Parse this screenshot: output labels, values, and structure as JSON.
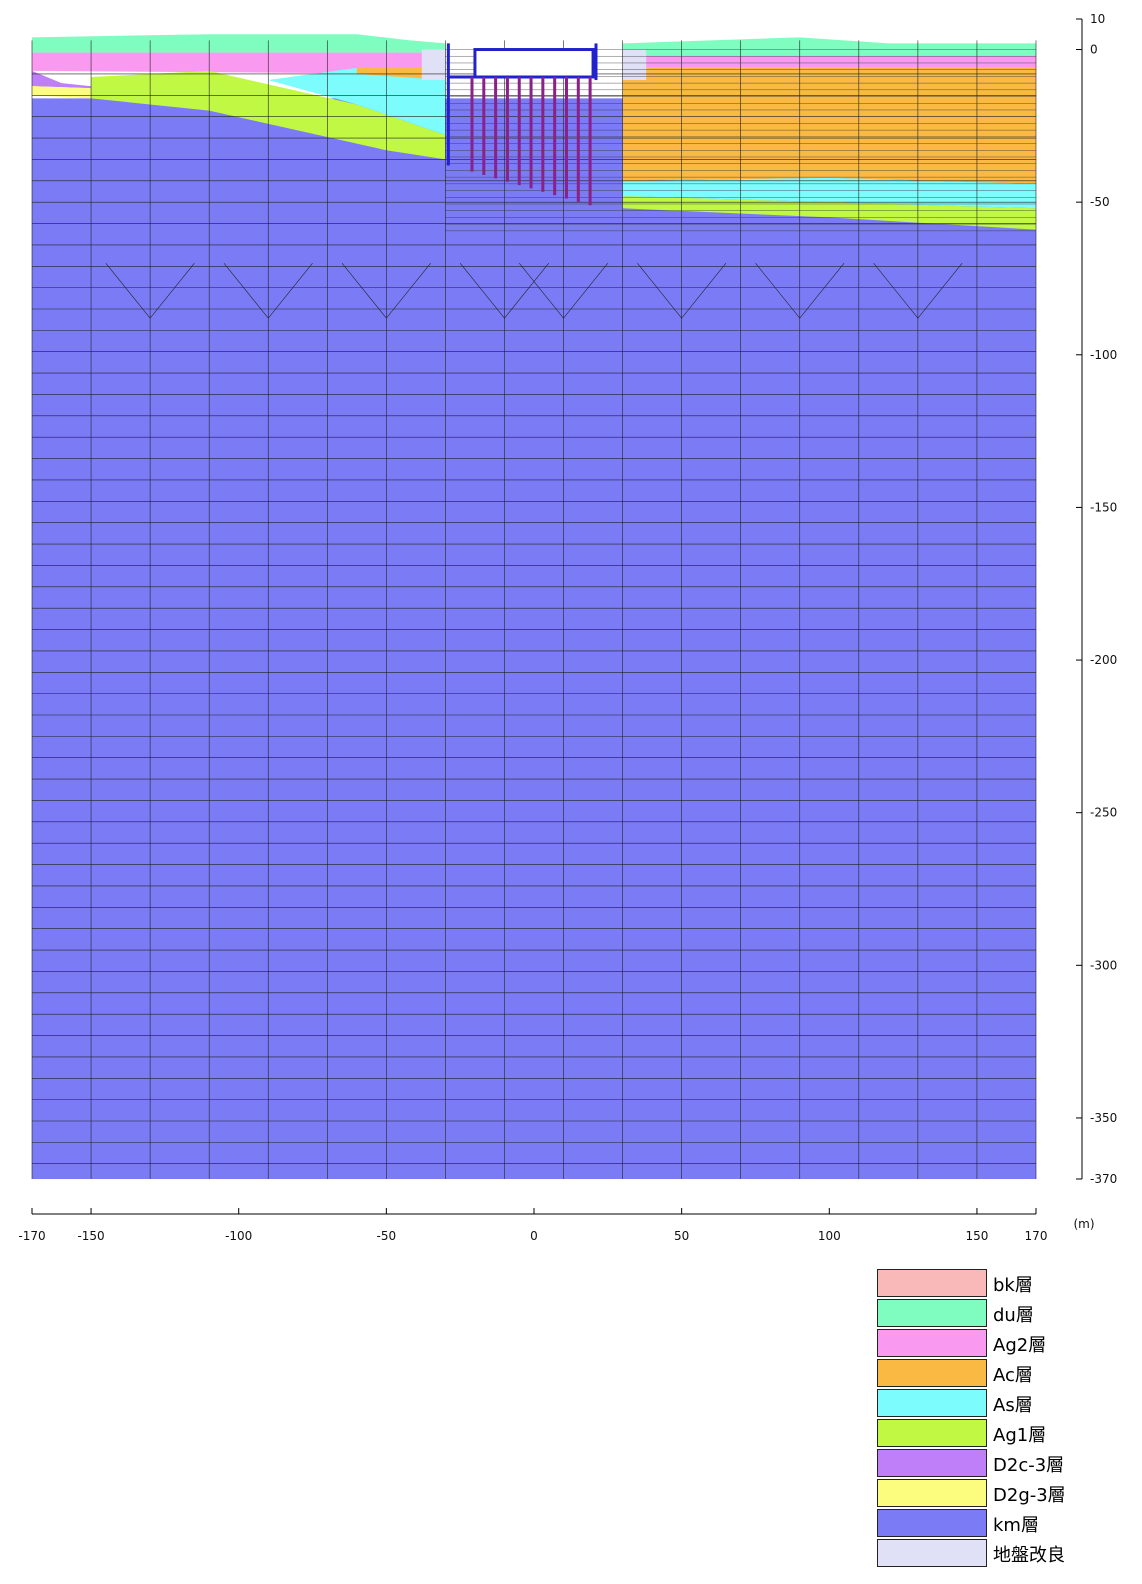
{
  "axes": {
    "x_ticks": [
      "-170",
      "-150",
      "-100",
      "-50",
      "0",
      "50",
      "100",
      "150",
      "170"
    ],
    "x_tick_values": [
      -170,
      -150,
      -100,
      -50,
      0,
      50,
      100,
      150,
      170
    ],
    "x_unit": "(m)",
    "y_ticks": [
      "10",
      "0",
      "-50",
      "-100",
      "-150",
      "-200",
      "-250",
      "-300",
      "-350",
      "-370"
    ],
    "y_tick_values": [
      10,
      0,
      -50,
      -100,
      -150,
      -200,
      -250,
      -300,
      -350,
      -370
    ],
    "x_range": [
      -170,
      170
    ],
    "y_range": [
      -370,
      10
    ]
  },
  "colors": {
    "bk": "#f9b9b9",
    "du": "#7ffcbf",
    "ag2": "#f99af0",
    "ac": "#f9b942",
    "as": "#7cfcfc",
    "ag1": "#c0f843",
    "d2c3": "#bf7ff8",
    "d2g3": "#fcfc7f",
    "km": "#7b7bf6",
    "improve": "#e0e0f7",
    "structure": "#2222cc",
    "pile": "#882288"
  },
  "legend": [
    {
      "label": "bk層",
      "color_key": "bk"
    },
    {
      "label": "du層",
      "color_key": "du"
    },
    {
      "label": "Ag2層",
      "color_key": "ag2"
    },
    {
      "label": "Ac層",
      "color_key": "ac"
    },
    {
      "label": "As層",
      "color_key": "as"
    },
    {
      "label": "Ag1層",
      "color_key": "ag1"
    },
    {
      "label": "D2c-3層",
      "color_key": "d2c3"
    },
    {
      "label": "D2g-3層",
      "color_key": "d2g3"
    },
    {
      "label": "km層",
      "color_key": "km"
    },
    {
      "label": "地盤改良",
      "color_key": "improve"
    }
  ]
}
